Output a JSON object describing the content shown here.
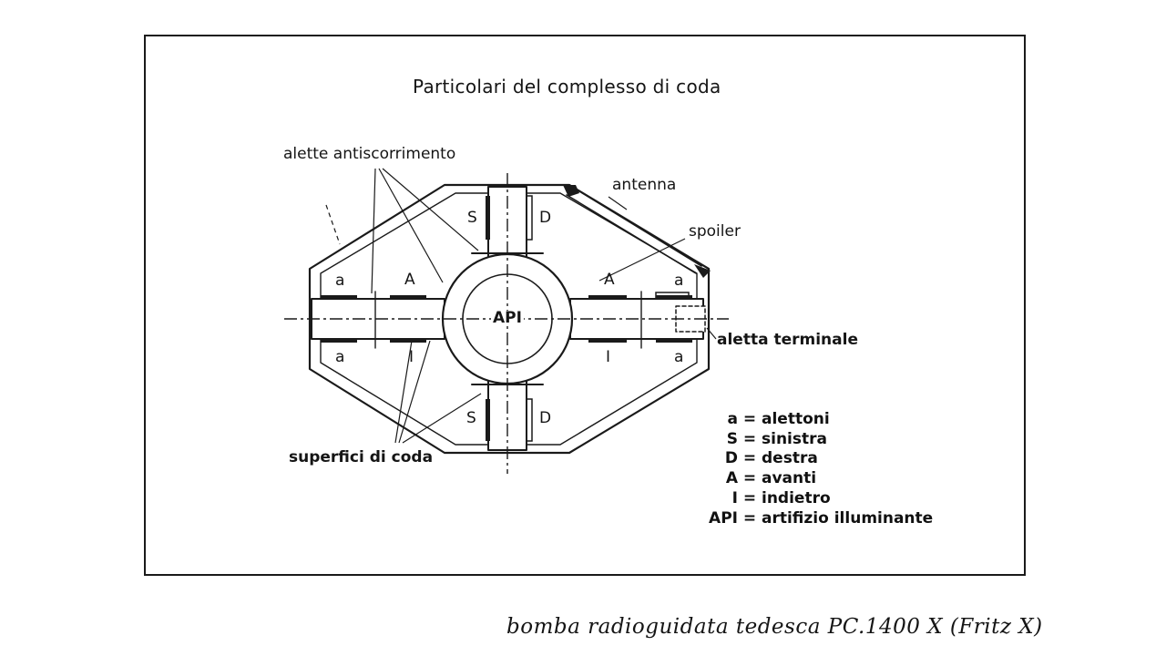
{
  "figure": {
    "title": "Particolari del complesso di coda",
    "callouts": {
      "alette": "alette antiscorrimento",
      "antenna": "antenna",
      "spoiler": "spoiler",
      "aletta_terminale": "aletta terminale",
      "superfici": "superfici di coda"
    },
    "parts": {
      "api": "API",
      "s_top": "S",
      "d_top": "D",
      "s_bottom": "S",
      "d_bottom": "D",
      "a_left_top": "a",
      "A_left_top": "A",
      "A_right_top": "A",
      "a_right_top": "a",
      "a_left_bottom": "a",
      "I_left_bottom": "I",
      "I_right_bottom": "I",
      "a_right_bottom": "a"
    },
    "legend": [
      {
        "key": "a",
        "eq": "=",
        "meaning": "alettoni"
      },
      {
        "key": "S",
        "eq": "=",
        "meaning": "sinistra"
      },
      {
        "key": "D",
        "eq": "=",
        "meaning": "destra"
      },
      {
        "key": "A",
        "eq": "=",
        "meaning": "avanti"
      },
      {
        "key": "I",
        "eq": "=",
        "meaning": "indietro"
      },
      {
        "key": "API",
        "eq": "=",
        "meaning": "artifizio illuminante"
      }
    ]
  },
  "caption": "bomba radioguidata tedesca PC.1400 X (Fritz X)"
}
